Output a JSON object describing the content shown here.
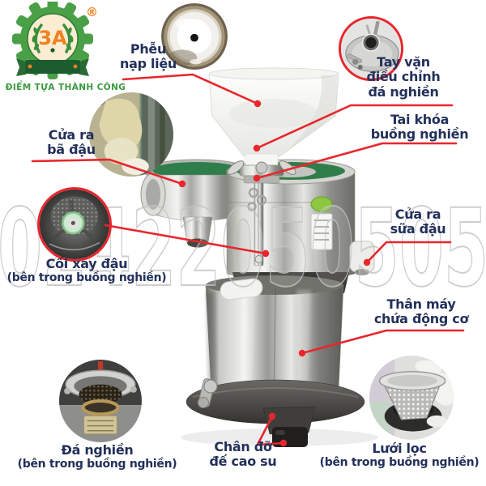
{
  "logo": {
    "brand": "3A",
    "registered": "®",
    "slogan": "ĐIỂM TỰA THÀNH CÔNG"
  },
  "watermark": {
    "text": "02422050505"
  },
  "colors": {
    "accent_red": "#e8262d",
    "label_navy": "#23305a",
    "machine_green": "#2f7d4a",
    "logo_green": "#4aa047",
    "logo_orange": "#f08220",
    "banner_green": "#1d5c2e",
    "sticker_green": "#8dc63f"
  },
  "callouts": {
    "hopper": {
      "lines": [
        "Phễu",
        "nạp liệu"
      ]
    },
    "adjust_knob": {
      "lines": [
        "Tay vặn",
        "điều chỉnh",
        "đá nghiền"
      ]
    },
    "chamber_lock": {
      "lines": [
        "Tai khóa",
        "buồng nghiền"
      ]
    },
    "pulp_outlet": {
      "lines": [
        "Cửa ra",
        "bã đậu"
      ]
    },
    "grinder": {
      "lines": [
        "Cối xay đậu",
        "(bên trong buồng nghiền)"
      ]
    },
    "milk_outlet": {
      "lines": [
        "Cửa ra",
        "sữa đậu"
      ]
    },
    "motor_body": {
      "lines": [
        "Thân máy",
        "chứa động cơ"
      ]
    },
    "grind_stone": {
      "lines": [
        "Đá nghiền",
        "(bên trong buồng nghiền)"
      ]
    },
    "rubber_feet": {
      "lines": [
        "Chân đỡ",
        "đế cao su"
      ]
    },
    "filter_mesh": {
      "lines": [
        "Lưới lọc",
        "(bên trong buồng nghiền)"
      ]
    }
  },
  "insets": {
    "hopper_top": "hopper-top-view-photo",
    "adjust_knob": "adjust-knob-photo",
    "pulp_outlet": "pulp-outlet-photo",
    "grinder": "grinding-cone-photo",
    "grind_stone": "grinding-stone-photo",
    "filter_mesh": "filter-basket-photo"
  }
}
